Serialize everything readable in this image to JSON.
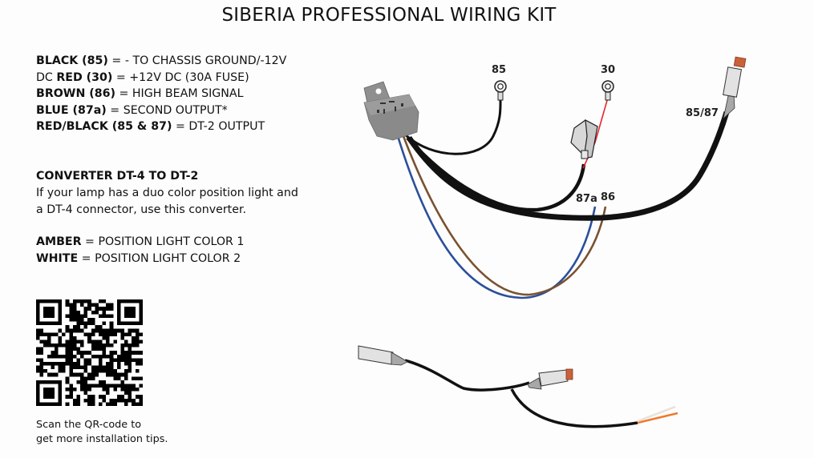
{
  "title": "SIBERIA PROFESSIONAL WIRING KIT",
  "legend": [
    {
      "color": "BLACK (85)",
      "desc": " = - TO CHASSIS GROUND/-12V"
    },
    {
      "prefix": "DC ",
      "color": "RED (30)",
      "desc": " = +12V DC (30A FUSE)"
    },
    {
      "color": "BROWN (86)",
      "desc": " = HIGH BEAM SIGNAL"
    },
    {
      "color": "BLUE (87a)",
      "desc": " = SECOND OUTPUT*"
    },
    {
      "color": "RED/BLACK (85 & 87)",
      "desc": " = DT-2 OUTPUT"
    }
  ],
  "converter": {
    "heading": "CONVERTER DT-4 TO DT-2",
    "line1": "If your lamp has a duo color position light and",
    "line2": "a DT-4 connector, use this converter.",
    "amber_label": "AMBER",
    "amber_desc": " = POSITION LIGHT COLOR 1",
    "white_label": "WHITE",
    "white_desc": " = POSITION LIGHT COLOR 2"
  },
  "qr": {
    "icon": "qr-code",
    "caption_line1": "Scan the QR-code to",
    "caption_line2": "get more installation tips."
  },
  "diagram": {
    "labels": {
      "t85": "85",
      "t30": "30",
      "t8587": "85/87",
      "t87a": "87a",
      "t86": "86"
    },
    "colors": {
      "black_wire": "#111111",
      "red_wire": "#e3262b",
      "blue_wire": "#2a4f9b",
      "brown_wire": "#7a5230",
      "relay_gray": "#8a8a8a",
      "connector_light": "#dcdcdc",
      "connector_orange": "#c8623a",
      "amber_wire": "#ee7a2e",
      "white_wire": "#e9e1d8"
    }
  }
}
